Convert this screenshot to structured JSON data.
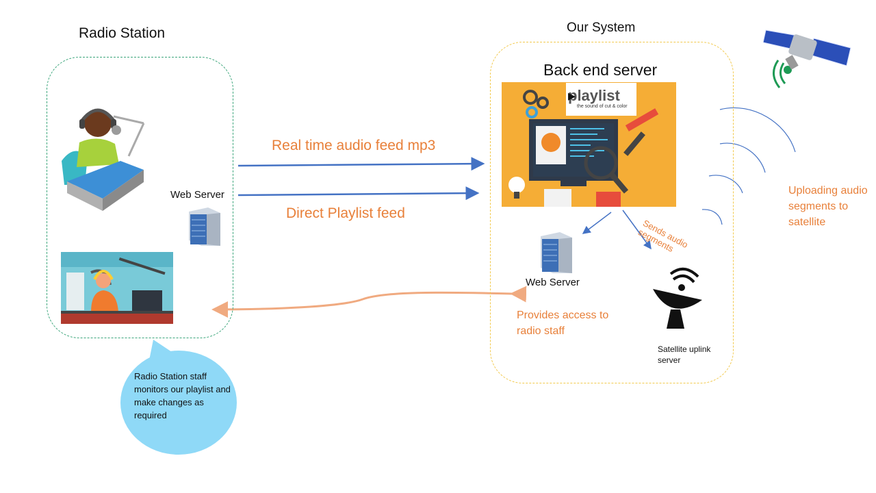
{
  "radio_station": {
    "title": "Radio Station",
    "web_server_label": "Web Server",
    "bubble_text": "Radio Station staff monitors our playlist and make changes as required"
  },
  "our_system": {
    "title": "Our System",
    "backend_title": "Back end server",
    "playlist_logo": "playlist",
    "playlist_tagline": "the sound of cut & color",
    "web_server_label": "Web Server",
    "web_server_caption": "Provides access to radio staff",
    "uplink_label": "Satellite uplink server",
    "sends_label": "Sends audio segments"
  },
  "flows": {
    "audio_feed": "Real time audio feed mp3",
    "playlist_feed": "Direct Playlist feed",
    "uploading": "Uploading audio segments to satellite"
  },
  "colors": {
    "arrow_blue": "#4472c4",
    "accent_orange": "#e8803a",
    "bubble_blue": "#8fd9f7",
    "green_dash": "#3aa57a",
    "yellow_dash": "#f2c94c"
  }
}
